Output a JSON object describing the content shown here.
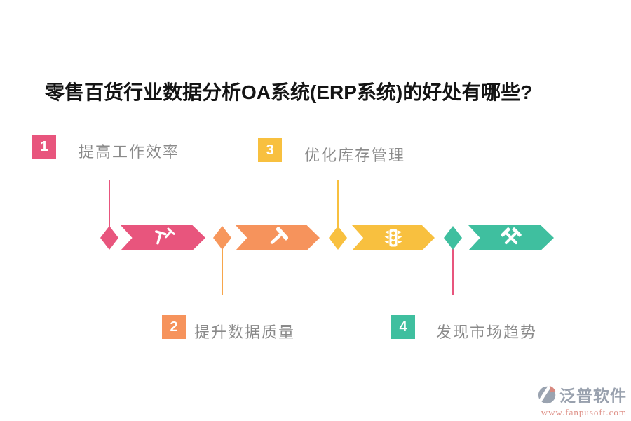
{
  "title": "零售百货行业数据分析OA系统(ERP系统)的好处有哪些?",
  "steps": [
    {
      "number": "1",
      "label": "提高工作效率",
      "color": "#E8557D",
      "line_color": "#E8557D",
      "icon": "nails-icon"
    },
    {
      "number": "2",
      "label": "提升数据质量",
      "color": "#F6935C",
      "line_color": "#F7A64B",
      "icon": "hammer-icon"
    },
    {
      "number": "3",
      "label": "优化库存管理",
      "color": "#F8C03F",
      "line_color": "#F8C03F",
      "icon": "traffic-light-icon"
    },
    {
      "number": "4",
      "label": "发现市场趋势",
      "color": "#3FBF9F",
      "line_color": "#E8557D",
      "icon": "crossed-hammers-icon"
    }
  ],
  "colors": {
    "pink": "#E8557D",
    "orange": "#F6935C",
    "yellow": "#F8C03F",
    "teal": "#3FBF9F",
    "label_gray": "#8a8a8a",
    "title_black": "#141414",
    "watermark_gray": "#99A1AE",
    "watermark_red": "#DE8F86"
  },
  "watermark": {
    "brand": "泛普软件",
    "url": "www.fanpusoft.com"
  }
}
